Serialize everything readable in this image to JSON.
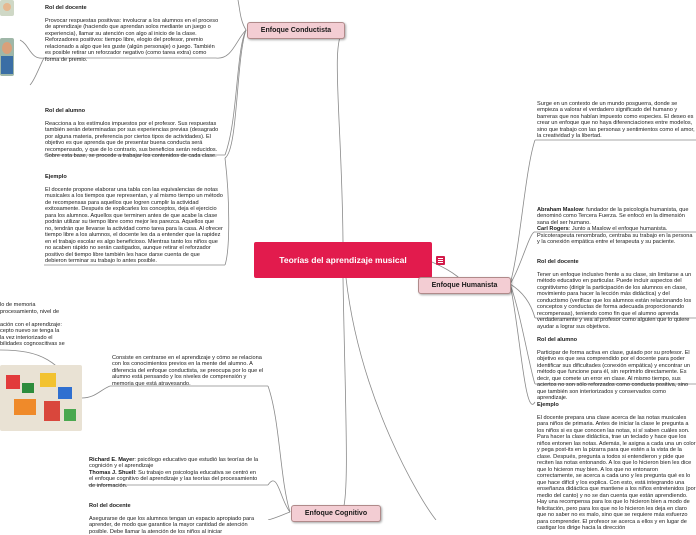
{
  "central": {
    "title": "Teorías del aprendizaje musical"
  },
  "branches": {
    "conductista": "Enfoque Conductista",
    "humanista": "Enfoque Humanista",
    "cognitivo": "Enfoque Cognitivo"
  },
  "conductista": {
    "top_text": "Provocar respuestas positivas: involucrar a los alumnos en el proceso de aprendizaje (haciendo que aprendan solos mediante un juego o experiencia), llamar su atención con algo al inicio de la clase. Reforzadores positivos: tiempo libre, elogio del profesor, premio relacionado a algo que les guste (algún personaje) o juego. También es posible retirar un reforzador negativo (como tarea extra) como forma de premio.",
    "alumno_title": "Rol del alumno",
    "alumno_text": "Reacciona a los estímulos impuestos por el profesor. Sus respuestas también serán determinadas por sus experiencias previas (desagrado por alguna materia, preferencia por ciertos tipos de actividades). El objetivo es que aprenda que de presentar buena conducta será recompensado, y que de lo contrario, sus beneficios serán reducidos. Sobre esta base, se procede a trabajar los contenidos de cada clase.",
    "ejemplo_title": "Ejemplo",
    "ejemplo_text": "El docente propone elaborar una tabla con las equivalencias de notas musicales a los tiempos que representan, y al mismo tiempo un método de recompensas para aquellos que logren cumplir la actividad exitosamente. Después de explicarles los conceptos, deja el ejercicio para los alumnos. Aquellos que terminen antes de que acabe la clase podrán utilizar su tiempo libre como mejor les parezca. Aquellos que no, tendrán que llevarse la actividad como tarea para la casa. Al ofrecer tiempo libre a los alumnos, el docente les da a entender que la rapidez en el trabajo escolar es algo beneficioso. Mientras tanto los niños que no acaben rápido no serán castigados, aunque retirar el reforzador positivo del tiempo libre también les hace darse cuenta de que debieron terminar su trabajo lo antes posible."
  },
  "cognitivo": {
    "left_fragment": "lo de memoria\nprocesamiento, nivel de\n\nación con el aprendizaje:\ncepto nuevo se tenga la\nla vez interiorizado el\nbilidades cognoscitivas se",
    "intro_text": "Consiste en centrarse en el aprendizaje y cómo se relaciona con los conocimientos previos en la mente del alumno. A diferencia del enfoque conductista, se preocupa por lo que el alumno está pensando y los niveles de comprensión y memoria que está atravesando.",
    "author1_name": "Richard E. Mayer",
    "author1_text": ": psicólogo educativo que estudió las teorías de la cognición y el aprendizaje",
    "author2_name": "Thomas J. Shuell",
    "author2_text": ": Su trabajo en psicología educativa se centró en el enfoque cognitivo del aprendizaje y las teorías del procesamiento de información.",
    "docente_title": "Rol del docente",
    "docente_text": "Asegurarse de que los alumnos tengan un espacio apropiado para aprender, de modo que garantice la mayor cantidad de atención posible. Debe llamar la atención de los niños al iniciar"
  },
  "humanista": {
    "intro_text": "Surge en un contexto de un mundo posguerra, donde se empieza a valorar el verdadero significado del humano y barreras que nos habían impuesto como especies. El deseo es crear un enfoque que no haya diferenciaciones entre modelos, sino que trabajo con las personas y sentimientos como el amor, la creatividad y la libertad.",
    "author1_name": "Abraham Maslow",
    "author1_text": ": fundador de la psicología humanista, que denominó como Tercera Fuerza. Se enfocó en la dimensión sana del ser humano.",
    "author2_name": "Carl Rogers",
    "author2_text": ": Junto a Maslow el enfoque humanista. Psicoterapeuta renombrado, centraba su trabajo en la persona y la conexión empática entre el terapeuta y su paciente.",
    "docente_title": "Rol del docente",
    "docente_text": "Tener un enfoque inclusivo frente a su clase, sin limitarse a un método educativo en particular. Puede incluir aspectos del cognitivismo (dirigir la participación de los alumnos en clase, movimiento para hacer la lección más didáctica) y del conductismo (verificar que los alumnos están relacionando los conceptos y conductas de forma adecuada proporcionando recompensas), teniendo como fin que el alumno aprenda verdaderamente y vea al profesor como alguien que lo quiere ayudar a lograr sus objetivos.",
    "alumno_title": "Rol del alumno",
    "alumno_text": "Participar de forma activa en clase, guiado por su profesor. El objetivo es que sea comprendido por el docente para poder identificar sus dificultades (conexión empática) y encontrar un método que funcione para él, sin reprimirlo directamente. Es decir, que comete un error en clase. Al mismo tiempo, sus aciertos no son sólo reforzados como conducta positiva, sino que también son interiorizados y conservados como aprendizaje.",
    "ejemplo_title": "Ejemplo",
    "ejemplo_text": "El docente prepara una clase acerca de las notas musicales para niños de primaria. Antes de iniciar la clase le pregunta a los niños si es que conocen las notas, si sí saben cuáles son. Para hacer la clase didáctica, trae un teclado y hace que los niños entonen las notas. Además, le asigna a cada una un color y pega post-its en la pizarra para que estén a la vista de la clase. Después, pregunta a todos si entendieron y pide que reciten las notas entonando. A los que lo hicieron bien les dice que lo hicieron muy bien. A los que no entonaron correctamente, se acerca a cada uno y les pregunta qué es lo que hace difícil y los explica. Con esto, está integrando una enseñanza didáctica que mantiene a los niños entretenidos (por medio del canto) y no se dan cuenta que están aprendiendo. Hay una recompensa para los que lo hicieron bien a modo de felicitación, pero para los que no lo hicieron les deja en claro que no saber no es malo, sino que se requiere más esfuerzo para comprender. El profesor se acerca a ellos y en lugar de castigar los dirige hacia la dirección"
  },
  "colors": {
    "central_fill": "#e21b4d",
    "branch_fill": "#f3cdd3",
    "connector": "#8a8a8a"
  },
  "icons": [
    "note-icon",
    "kid-photo",
    "toys-photo"
  ]
}
